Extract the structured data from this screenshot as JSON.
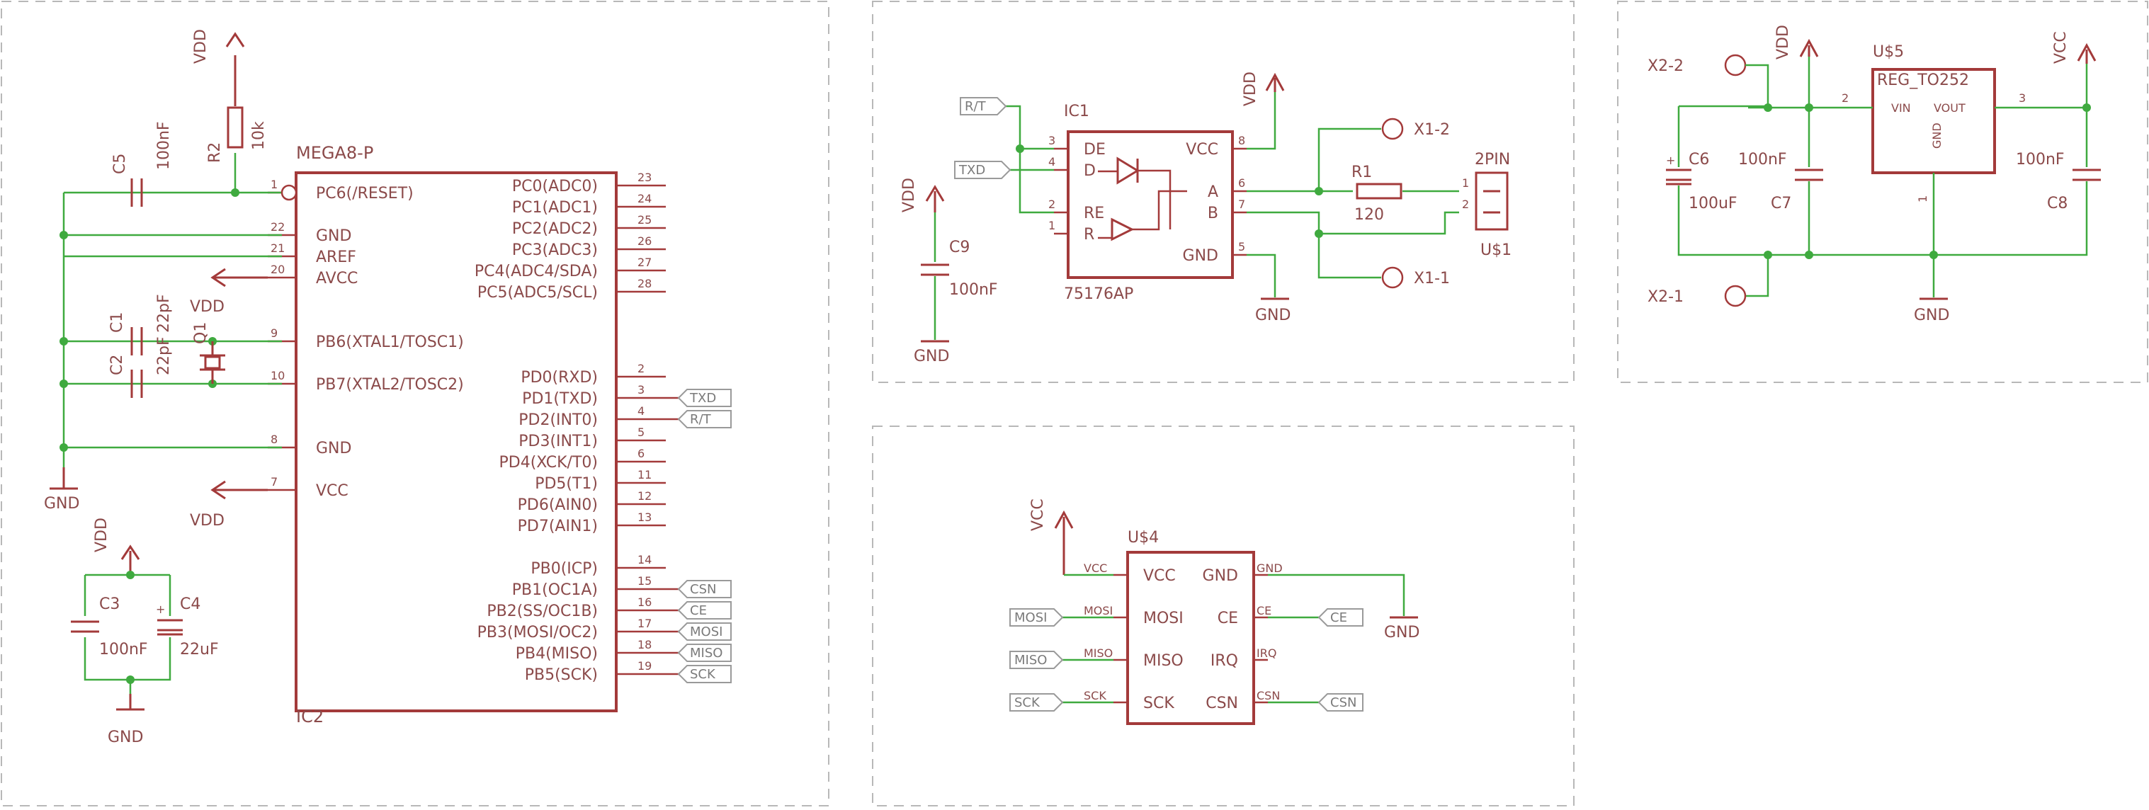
{
  "ic2": {
    "name": "MEGA8-P",
    "ref": "IC2",
    "left_pins": [
      {
        "num": "1",
        "name": "PC6(/RESET)"
      },
      {
        "num": "22",
        "name": "GND"
      },
      {
        "num": "21",
        "name": "AREF"
      },
      {
        "num": "20",
        "name": "AVCC"
      },
      {
        "num": "9",
        "name": "PB6(XTAL1/TOSC1)"
      },
      {
        "num": "10",
        "name": "PB7(XTAL2/TOSC2)"
      },
      {
        "num": "8",
        "name": "GND"
      },
      {
        "num": "7",
        "name": "VCC"
      }
    ],
    "right_pins": [
      {
        "num": "23",
        "name": "PC0(ADC0)"
      },
      {
        "num": "24",
        "name": "PC1(ADC1)"
      },
      {
        "num": "25",
        "name": "PC2(ADC2)"
      },
      {
        "num": "26",
        "name": "PC3(ADC3)"
      },
      {
        "num": "27",
        "name": "PC4(ADC4/SDA)"
      },
      {
        "num": "28",
        "name": "PC5(ADC5/SCL)"
      },
      {
        "num": "2",
        "name": "PD0(RXD)"
      },
      {
        "num": "3",
        "name": "PD1(TXD)"
      },
      {
        "num": "4",
        "name": "PD2(INT0)"
      },
      {
        "num": "5",
        "name": "PD3(INT1)"
      },
      {
        "num": "6",
        "name": "PD4(XCK/T0)"
      },
      {
        "num": "11",
        "name": "PD5(T1)"
      },
      {
        "num": "12",
        "name": "PD6(AIN0)"
      },
      {
        "num": "13",
        "name": "PD7(AIN1)"
      },
      {
        "num": "14",
        "name": "PB0(ICP)"
      },
      {
        "num": "15",
        "name": "PB1(OC1A)"
      },
      {
        "num": "16",
        "name": "PB2(SS/OC1B)"
      },
      {
        "num": "17",
        "name": "PB3(MOSI/OC2)"
      },
      {
        "num": "18",
        "name": "PB4(MISO)"
      },
      {
        "num": "19",
        "name": "PB5(SCK)"
      }
    ],
    "net_labels": [
      "TXD",
      "R/T",
      "CSN",
      "CE",
      "MOSI",
      "MISO",
      "SCK"
    ]
  },
  "power": {
    "vdd": "VDD",
    "vcc": "VCC",
    "gnd": "GND"
  },
  "parts_left": {
    "r2_ref": "R2",
    "r2_val": "10k",
    "c5_ref": "C5",
    "c5_val": "100nF",
    "c1_ref": "C1",
    "c1_val": "22pF",
    "c2_ref": "C2",
    "c2_val": "22pF",
    "q1_ref": "Q1",
    "c3_ref": "C3",
    "c3_val": "100nF",
    "c4_ref": "C4",
    "c4_val": "22uF"
  },
  "ic1": {
    "ref": "IC1",
    "name": "75176AP",
    "pins_left": [
      {
        "num": "3",
        "name": "DE"
      },
      {
        "num": "4",
        "name": "D"
      },
      {
        "num": "2",
        "name": "RE"
      },
      {
        "num": "1",
        "name": "R"
      }
    ],
    "pins_right": [
      {
        "num": "8",
        "name": "VCC"
      },
      {
        "num": "6",
        "name": "A"
      },
      {
        "num": "7",
        "name": "B"
      },
      {
        "num": "5",
        "name": "GND"
      }
    ],
    "in_labels": [
      "R/T",
      "TXD"
    ],
    "c9_ref": "C9",
    "c9_val": "100nF",
    "r1_ref": "R1",
    "r1_val": "120",
    "x1_2": "X1-2",
    "x1_1": "X1-1",
    "conn_name": "2PIN",
    "conn_ref": "U$1",
    "conn_pin1": "1",
    "conn_pin2": "2"
  },
  "reg": {
    "ref": "U$5",
    "name": "REG_TO252",
    "vin": "VIN",
    "vout": "VOUT",
    "gnd_pin": "GND",
    "pin_vin": "2",
    "pin_vout": "3",
    "pin_gnd": "1",
    "x2_2": "X2-2",
    "x2_1": "X2-1",
    "c6_ref": "C6",
    "c6_val": "100uF",
    "c7_ref": "C7",
    "c7_val": "100nF",
    "c8_ref": "C8",
    "c8_val": "100nF"
  },
  "u4": {
    "ref": "U$4",
    "left": [
      "VCC",
      "MOSI",
      "MISO",
      "SCK"
    ],
    "right": [
      "GND",
      "CE",
      "IRQ",
      "CSN"
    ],
    "wire_left": [
      "VCC",
      "MOSI",
      "MISO",
      "SCK"
    ],
    "wire_right": [
      "GND",
      "CE",
      "IRQ",
      "CSN"
    ],
    "net_left": [
      "MOSI",
      "MISO",
      "SCK"
    ],
    "net_right": [
      "CE",
      "CSN"
    ]
  }
}
